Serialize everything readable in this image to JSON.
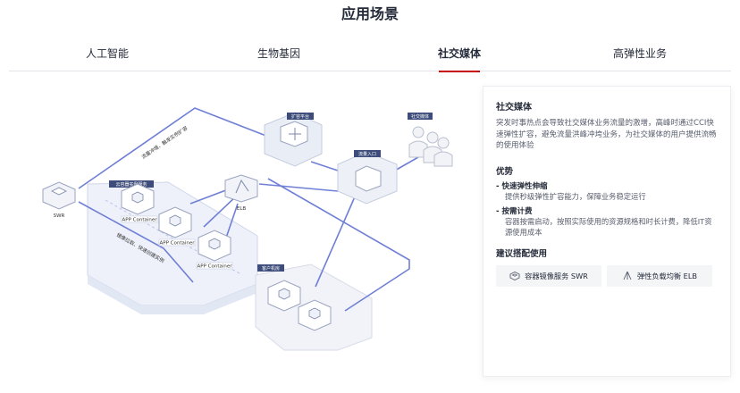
{
  "header": {
    "title": "应用场景"
  },
  "tabs": [
    {
      "label": "人工智能",
      "active": false
    },
    {
      "label": "生物基因",
      "active": false
    },
    {
      "label": "社交媒体",
      "active": true
    },
    {
      "label": "高弹性业务",
      "active": false
    }
  ],
  "accent_color": "#c7000b",
  "diagram": {
    "expand_platform": "扩容平台",
    "social_media": "社交媒体",
    "traffic_entry": "流量入口",
    "swr": "SWR",
    "cloud_container": "云容器实例服务",
    "elb": "ELB",
    "app_container": "APP Container",
    "customer_room": "客户机房",
    "flow_text_1": "流量冲增、触发实例扩容",
    "flow_text_2": "镜像拉取、快速创建实例"
  },
  "panel": {
    "title": "社交媒体",
    "description": "突发时事热点会导致社交媒体业务流量的激增，高峰时通过CCI快速弹性扩容，避免流量洪峰冲垮业务，为社交媒体的用户提供流畅的使用体验",
    "advantages_title": "优势",
    "advantages": [
      {
        "title": "快速弹性伸缩",
        "desc": "提供秒级弹性扩容能力，保障业务稳定运行"
      },
      {
        "title": "按需计费",
        "desc": "容器按需启动，按照实际使用的资源规格和时长计费，降低IT资源使用成本"
      }
    ],
    "recommend_title": "建议搭配使用",
    "products": [
      {
        "label": "容器镜像服务 SWR",
        "icon": "swr-icon"
      },
      {
        "label": "弹性负载均衡 ELB",
        "icon": "elb-icon"
      }
    ]
  }
}
